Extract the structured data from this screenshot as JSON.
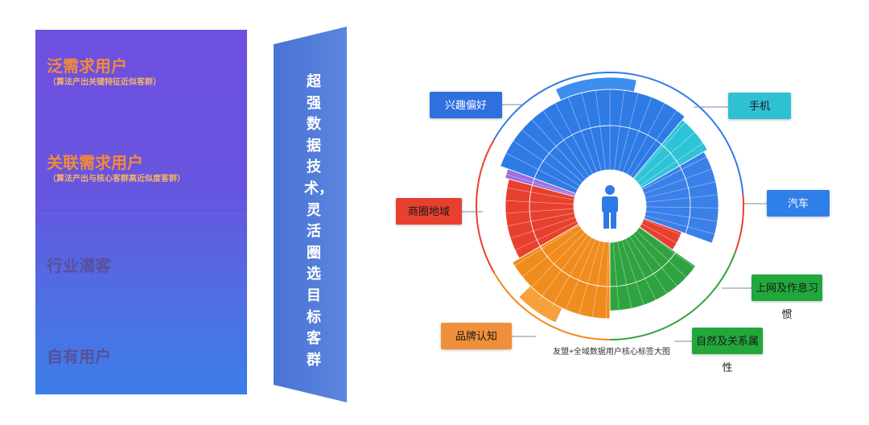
{
  "tiers": [
    {
      "title": "泛需求用户",
      "subtitle": "（算法产出关键特征近似客群）"
    },
    {
      "title": "关联需求用户",
      "subtitle": "（算法产出与核心客群高近似度客群）"
    },
    {
      "title": "行业潜客"
    },
    {
      "title": "自有用户"
    }
  ],
  "banner": {
    "text": "超强数据技术，灵活圈选目标客群"
  },
  "sunburst": {
    "caption": "友盟+全域数据用户核心标签大图",
    "center_icon": "person-icon",
    "colors": {
      "interest": "#2f7be6",
      "phone": "#2fc3d8",
      "car": "#3a80e8",
      "web_habit": "#e8402f",
      "nature": "#2fa33f",
      "brand": "#f08c1e",
      "business": "#e8402f",
      "purple": "#9b6fe0"
    },
    "tags": [
      {
        "label": "兴趣偏好",
        "bg": "#2f6fe0",
        "fg": "#ffffff"
      },
      {
        "label": "手机",
        "bg": "#2fc0d4",
        "fg": "#1a1a1a"
      },
      {
        "label": "汽车",
        "bg": "#2f7fe8",
        "fg": "#ffffff"
      },
      {
        "label": "商圈地域",
        "bg": "#e8402f",
        "fg": "#1a1a1a"
      },
      {
        "label": "上网及作息习惯",
        "bg": "#22a83a",
        "fg": "#1a1a1a"
      },
      {
        "label": "品牌认知",
        "bg": "#ef8f3a",
        "fg": "#1a1a1a"
      },
      {
        "label": "自然及关系属性",
        "bg": "#22a83a",
        "fg": "#1a1a1a"
      }
    ]
  }
}
